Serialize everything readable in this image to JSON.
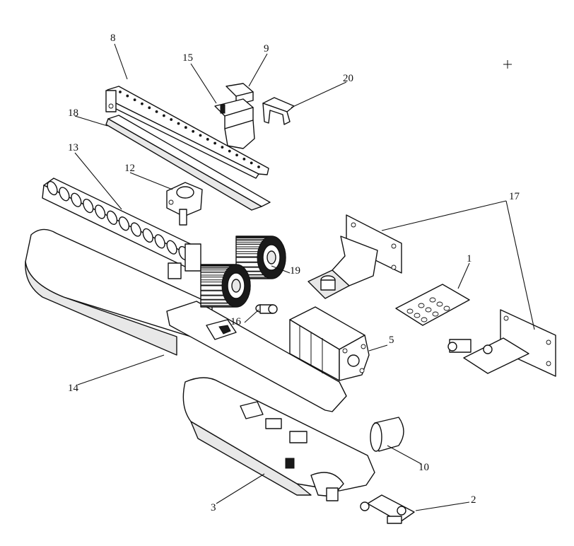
{
  "callouts": {
    "c1": "1",
    "c2": "2",
    "c3": "3",
    "c5": "5",
    "c8": "8",
    "c9": "9",
    "c10": "10",
    "c12": "12",
    "c13": "13",
    "c14": "14",
    "c15": "15",
    "c16": "16",
    "c17": "17",
    "c18": "18",
    "c19": "19",
    "c20": "20"
  }
}
